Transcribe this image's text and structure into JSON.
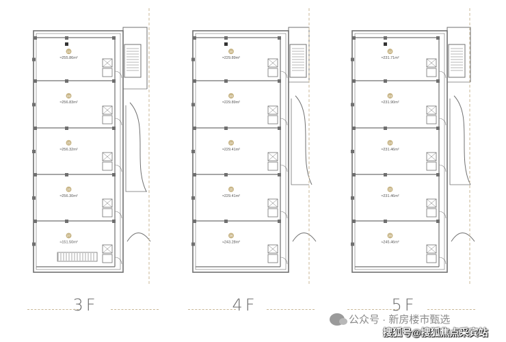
{
  "floors": [
    {
      "label": "3F",
      "units": [
        {
          "num": "22",
          "area": "≈255.86m²"
        },
        {
          "num": "23",
          "area": "≈256.83m²"
        },
        {
          "num": "25",
          "area": "≈256.32m²"
        },
        {
          "num": "26",
          "area": "≈256.30m²"
        },
        {
          "num": "27",
          "area": "≈151.50m²"
        }
      ]
    },
    {
      "label": "4F",
      "units": [
        {
          "num": "20",
          "area": "≈229.89m²"
        },
        {
          "num": "23",
          "area": "≈229.89m²"
        },
        {
          "num": "24",
          "area": "≈229.41m²"
        },
        {
          "num": "25",
          "area": "≈229.41m²"
        },
        {
          "num": "26",
          "area": "≈243.28m²"
        }
      ]
    },
    {
      "label": "5F",
      "units": [
        {
          "num": "22",
          "area": "≈231.71m²"
        },
        {
          "num": "23",
          "area": "≈231.90m²"
        },
        {
          "num": "24",
          "area": "≈231.46m²"
        },
        {
          "num": "25",
          "area": "≈231.46m²"
        },
        {
          "num": "26",
          "area": "≈245.46m²"
        }
      ]
    }
  ],
  "watermark": {
    "line1": "公众号 · 新房楼市甄选",
    "line2": "搜狐号@搜狐焦点采宾站"
  },
  "colors": {
    "wall": "#6f6f6f",
    "unit_dot": "#c8b586",
    "dash": "#c9b796"
  }
}
